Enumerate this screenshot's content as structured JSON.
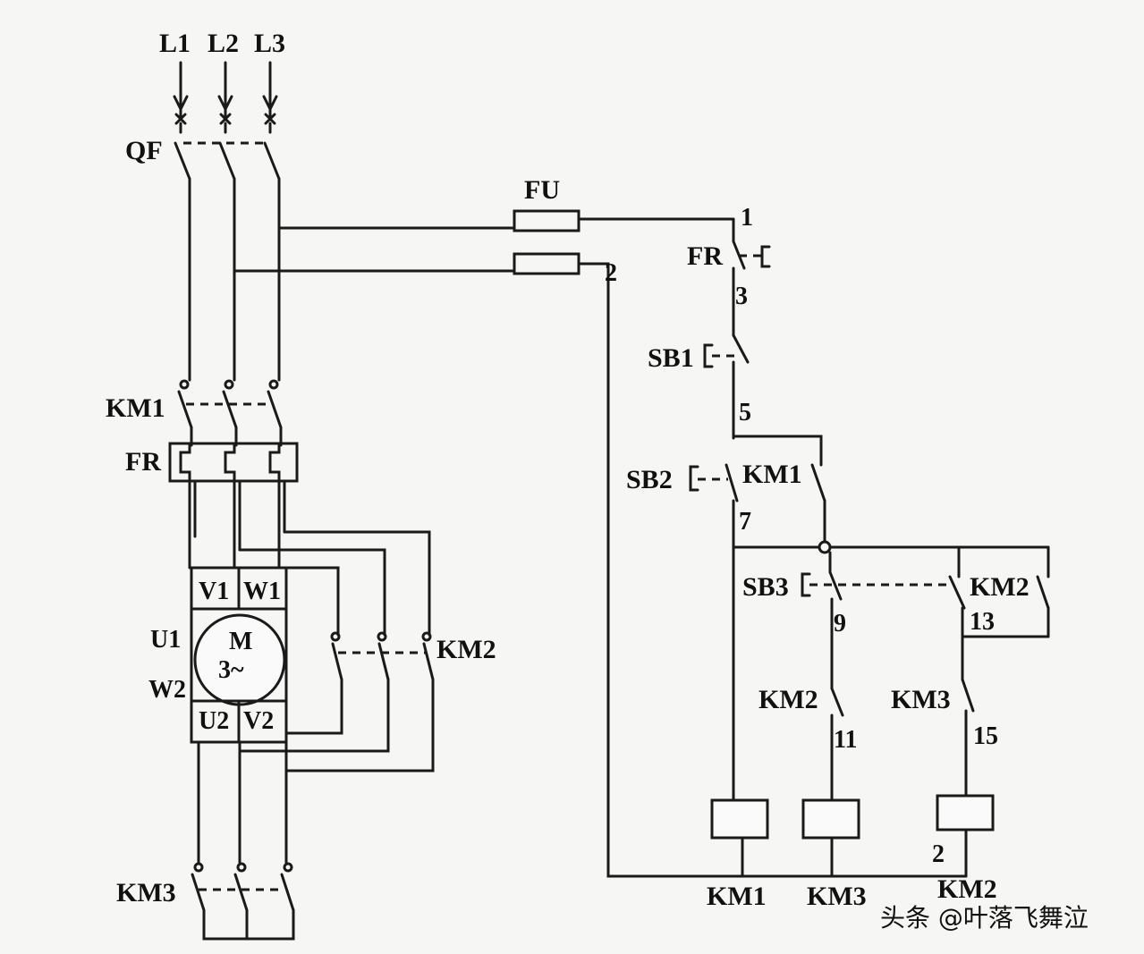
{
  "labels": {
    "L1": "L1",
    "L2": "L2",
    "L3": "L3",
    "QF": "QF",
    "KM1_main": "KM1",
    "FR_main": "FR",
    "motor_M": "M",
    "motor_phase": "3~",
    "U1": "U1",
    "V1": "V1",
    "W1": "W1",
    "U2": "U2",
    "V2": "V2",
    "W2": "W2",
    "KM2_main": "KM2",
    "KM3_main": "KM3",
    "FU": "FU",
    "FR_ctrl": "FR",
    "SB1": "SB1",
    "SB2": "SB2",
    "KM1_aux": "KM1",
    "SB3": "SB3",
    "KM2_aux_top": "KM2",
    "KM2_aux_nc": "KM2",
    "KM3_aux_nc": "KM3",
    "coil_KM1": "KM1",
    "coil_KM3": "KM3",
    "coil_KM2": "KM2"
  },
  "nodes": {
    "n1": "1",
    "n2": "2",
    "n3": "3",
    "n5": "5",
    "n7": "7",
    "n9": "9",
    "n11": "11",
    "n13": "13",
    "n15": "15",
    "n2b": "2"
  },
  "watermark": "头条 @叶落飞舞泣"
}
